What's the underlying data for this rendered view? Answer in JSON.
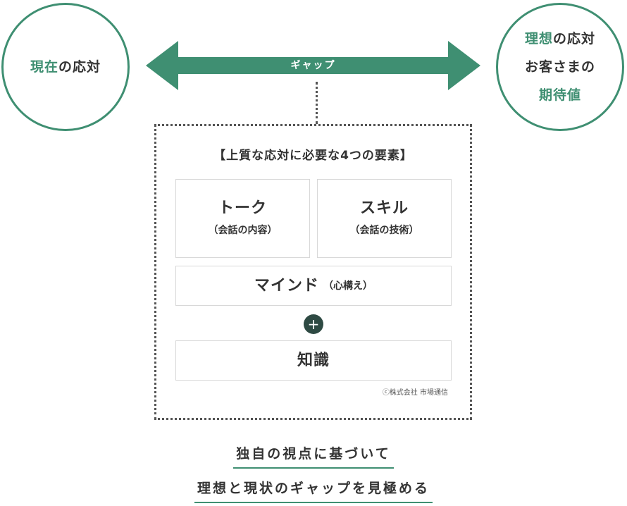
{
  "colors": {
    "accent": "#3f8f72",
    "dark_badge": "#2e4a43",
    "text": "#333333"
  },
  "left_circle": {
    "accent_text": "現在",
    "rest_text": "の応対"
  },
  "right_circle": {
    "line1_accent": "理想",
    "line1_rest": "の応対",
    "line2": "お客さまの",
    "line3": "期待値"
  },
  "arrow": {
    "label": "ギャップ"
  },
  "box": {
    "title": "【上質な応対に必要な4つの要素】",
    "cards": [
      {
        "title": "トーク",
        "subtitle": "（会話の内容）"
      },
      {
        "title": "スキル",
        "subtitle": "（会話の技術）"
      }
    ],
    "mind": {
      "title": "マインド",
      "subtitle": "（心構え）"
    },
    "plus_symbol": "+",
    "knowledge": {
      "title": "知識"
    },
    "copyright": "ⓒ株式会社 市場通信"
  },
  "taglines": [
    "独自の視点に基づいて",
    "理想と現状のギャップを見極める"
  ]
}
